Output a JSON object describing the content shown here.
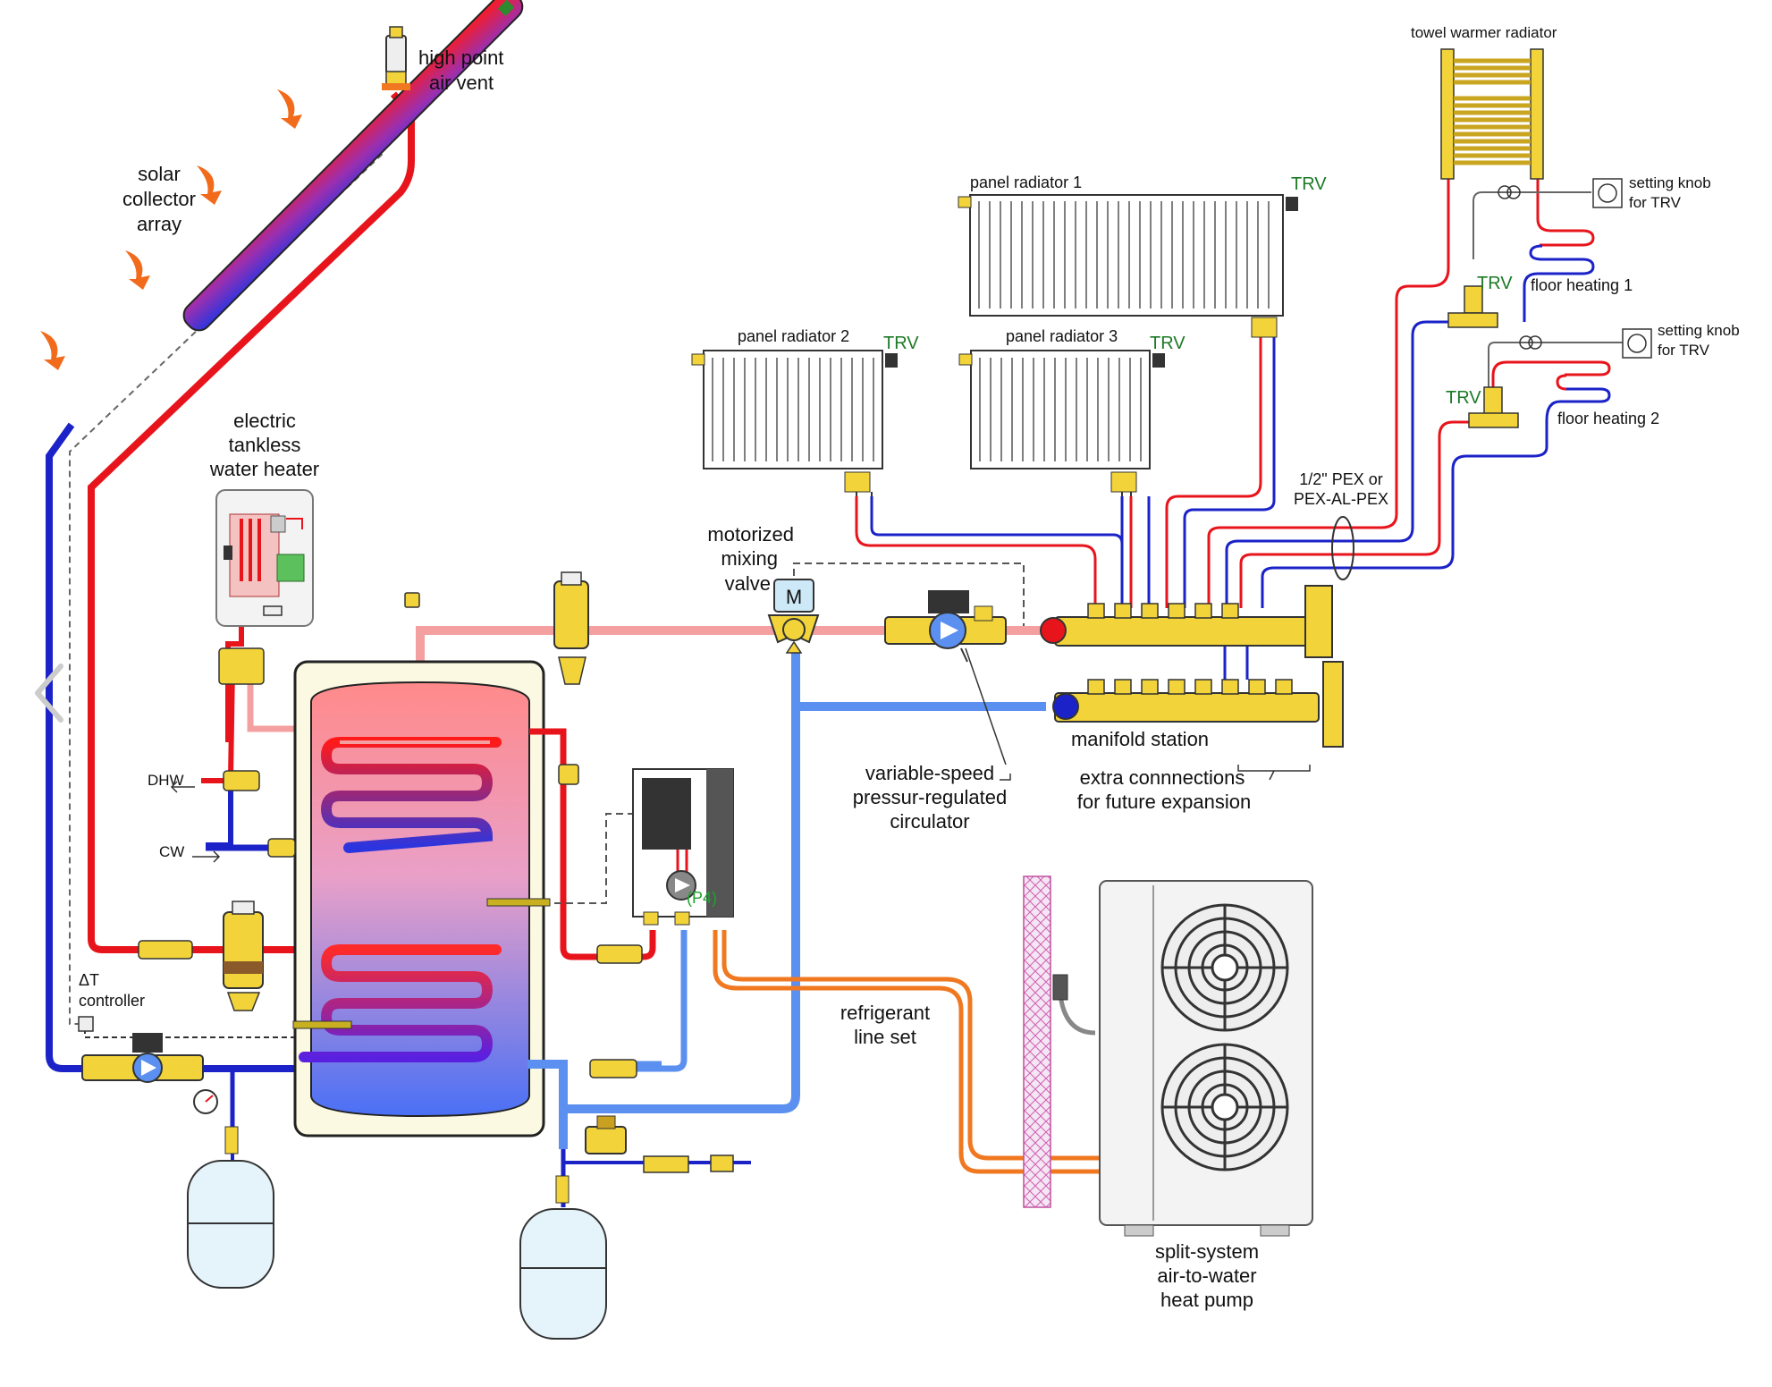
{
  "labels": {
    "high_point_air_vent": [
      "high point",
      "air vent"
    ],
    "solar_collector_array": [
      "solar",
      "collector",
      "array"
    ],
    "electric_tankless_water_heater": [
      "electric",
      "tankless",
      "water heater"
    ],
    "dhw": "DHW",
    "cw": "CW",
    "delta_t_controller": [
      "ΔT",
      "controller"
    ],
    "motorized_mixing_valve": [
      "motorized",
      "mixing",
      "valve"
    ],
    "valve_m": "M",
    "variable_speed_circulator": [
      "variable-speed",
      "pressur-regulated",
      "circulator"
    ],
    "manifold_station": "manifold station",
    "extra_connections": [
      "extra connnections",
      "for future expansion"
    ],
    "refrigerant_line_set": [
      "refrigerant",
      "line set"
    ],
    "heat_pump": [
      "split-system",
      "air-to-water",
      "heat pump"
    ],
    "panel_radiator_1": "panel radiator 1",
    "panel_radiator_2": "panel radiator 2",
    "panel_radiator_3": "panel radiator 3",
    "trv": "TRV",
    "towel_warmer_radiator": "towel warmer radiator",
    "setting_knob": [
      "setting knob",
      "for TRV"
    ],
    "floor_heating_1": "floor heating 1",
    "floor_heating_2": "floor heating 2",
    "pex": [
      "1/2\" PEX or",
      "PEX-AL-PEX"
    ],
    "p4": "(P4)"
  },
  "colors": {
    "hot_supply": "#e8141c",
    "cold_return": "#1a22c8",
    "mixed_supply": "#f4a0a0",
    "cool_return": "#5b8ff0",
    "refrigerant": "#f07820",
    "brass": "#f2d43a",
    "control_wire": "#555555"
  }
}
